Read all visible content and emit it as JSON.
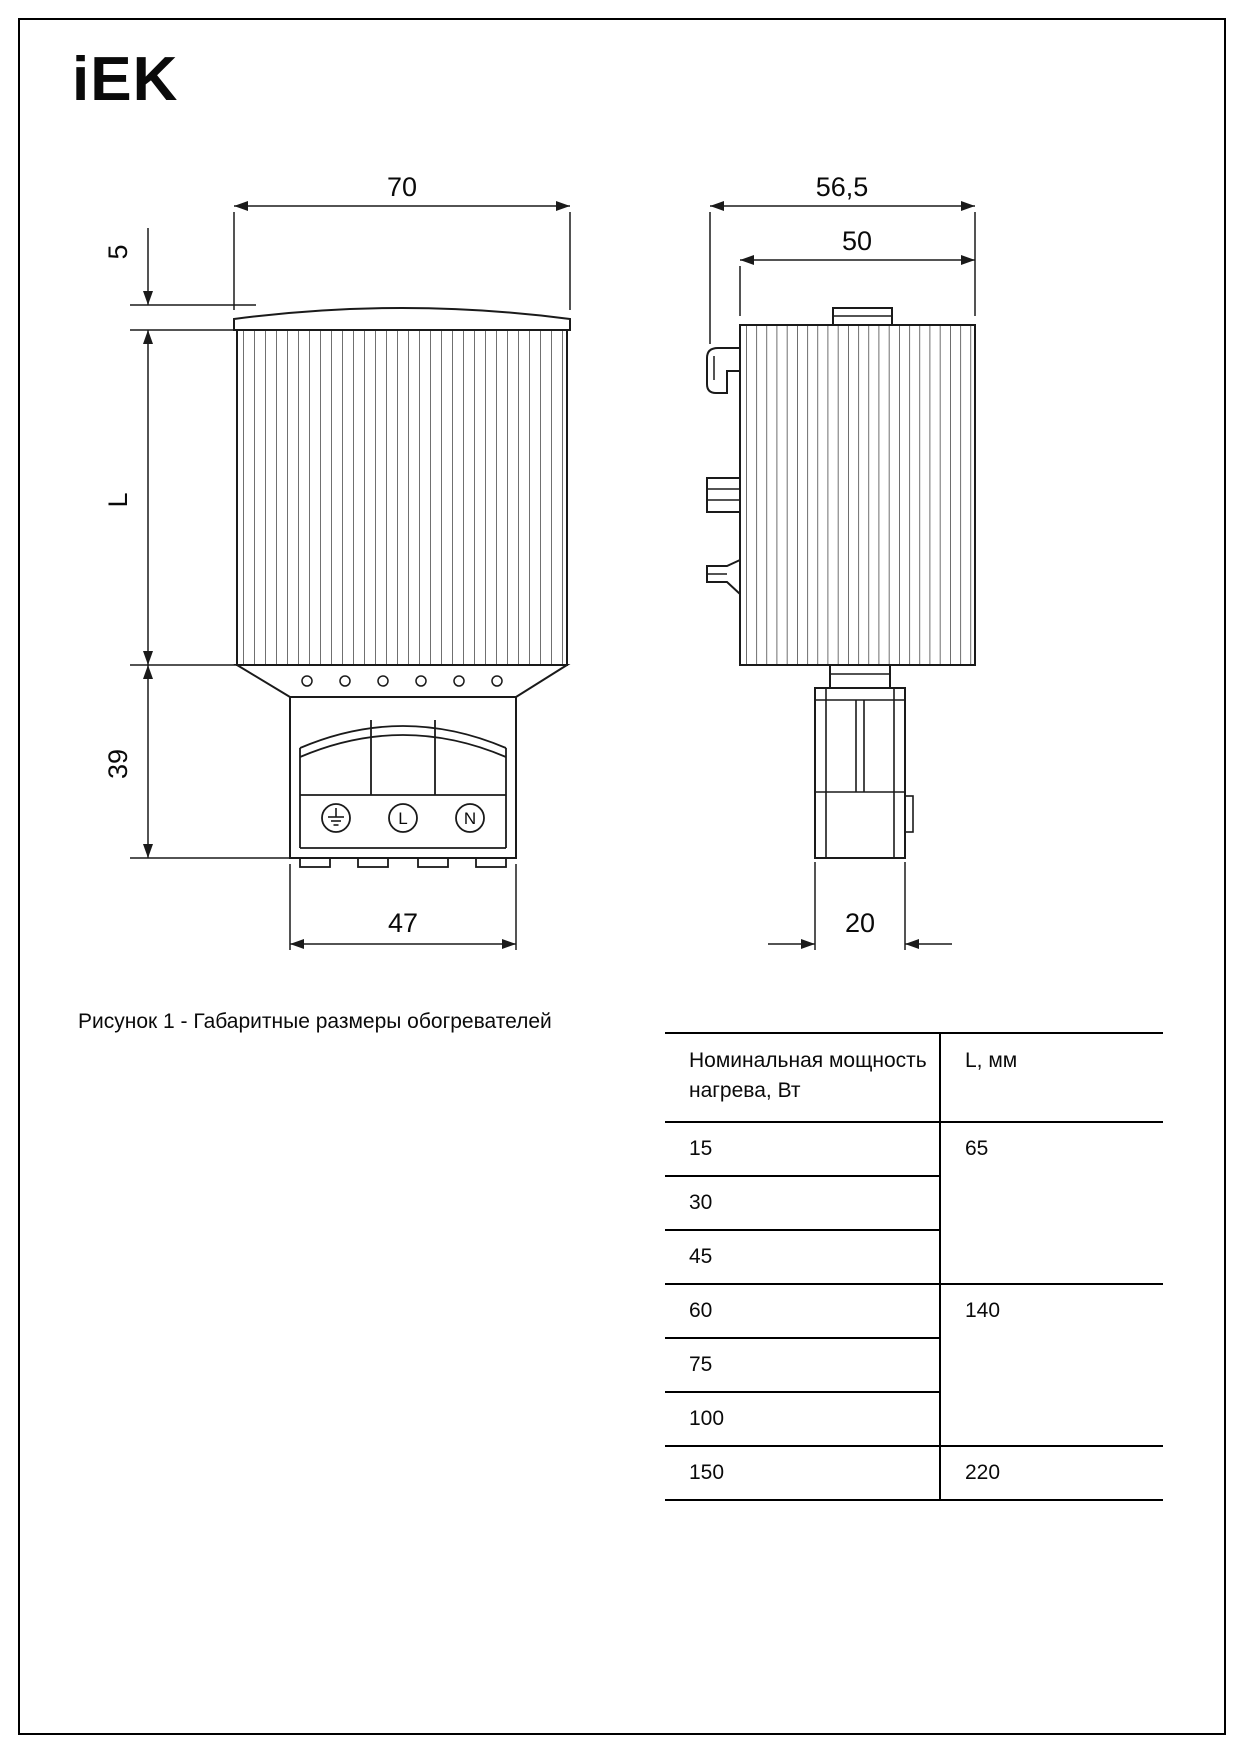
{
  "page": {
    "logo": "iEK",
    "caption": "Рисунок 1 - Габаритные размеры обогревателей"
  },
  "drawing": {
    "front_view": {
      "width_mm": "70",
      "cap_height_mm": "5",
      "body_height_label": "L",
      "terminal_height_mm": "39",
      "terminal_width_mm": "47",
      "terminal_line_label": "L",
      "terminal_neutral_label": "N"
    },
    "side_view": {
      "depth_mm": "56,5",
      "body_depth_mm": "50",
      "clip_width_mm": "20"
    }
  },
  "table": {
    "headers": [
      "Номинальная мощность нагрева, Вт",
      "L, мм"
    ],
    "rows": [
      {
        "power": "15",
        "length": "65",
        "length_rowspan": 3
      },
      {
        "power": "30"
      },
      {
        "power": "45"
      },
      {
        "power": "60",
        "length": "140",
        "length_rowspan": 3
      },
      {
        "power": "75"
      },
      {
        "power": "100"
      },
      {
        "power": "150",
        "length": "220",
        "length_rowspan": 1
      }
    ]
  }
}
